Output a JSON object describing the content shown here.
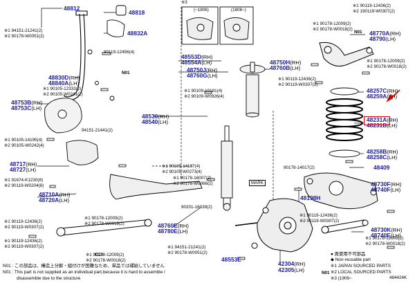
{
  "parts": {
    "p48812": {
      "pn": "48812",
      "sfx": ""
    },
    "p48818": {
      "pn": "48818",
      "sfx": ""
    },
    "p48832A": {
      "pn": "48832A",
      "sfx": ""
    },
    "p48830D": {
      "pn": "48830D",
      "sfx": "(RH)"
    },
    "p48840A": {
      "pn": "48840A",
      "sfx": "(LH)"
    },
    "p48753B": {
      "pn": "48753B",
      "sfx": "(RH)"
    },
    "p48753C": {
      "pn": "48753C",
      "sfx": "(LH)"
    },
    "p48717": {
      "pn": "48717",
      "sfx": "(RH)"
    },
    "p48727": {
      "pn": "48727",
      "sfx": "(LH)"
    },
    "p48710A": {
      "pn": "48710A",
      "sfx": "(RH)"
    },
    "p48720A": {
      "pn": "48720A",
      "sfx": "(LH)"
    },
    "p48553D": {
      "pn": "48553D",
      "sfx": "(RH)"
    },
    "p48554A": {
      "pn": "48554A",
      "sfx": "(LH)"
    },
    "p48750J": {
      "pn": "48750J",
      "sfx": "(RH)"
    },
    "p48760G": {
      "pn": "48760G",
      "sfx": "(LH)"
    },
    "p48750H": {
      "pn": "48750H",
      "sfx": "(RH)"
    },
    "p48760B": {
      "pn": "48760B",
      "sfx": "(LH)"
    },
    "p48530": {
      "pn": "48530",
      "sfx": "(RH)"
    },
    "p48540": {
      "pn": "48540",
      "sfx": "(LH)"
    },
    "p48760E": {
      "pn": "48760E",
      "sfx": "(RH)"
    },
    "p48780E": {
      "pn": "48780E",
      "sfx": "(LH)"
    },
    "p48553E": {
      "pn": "48553E",
      "sfx": ""
    },
    "p42304": {
      "pn": "42304",
      "sfx": "(RH)"
    },
    "p42305": {
      "pn": "42305",
      "sfx": "(LH)"
    },
    "p48770A": {
      "pn": "48770A",
      "sfx": "(RH)"
    },
    "p48790": {
      "pn": "48790",
      "sfx": "(LH)"
    },
    "p48257C": {
      "pn": "48257C",
      "sfx": "(RH)"
    },
    "p48259A": {
      "pn": "48259A",
      "sfx": "(LH)"
    },
    "p48231A": {
      "pn": "48231A",
      "sfx": "(RH)"
    },
    "p48231B": {
      "pn": "48231B",
      "sfx": "(LH)"
    },
    "p48258B": {
      "pn": "48258B",
      "sfx": "(RH)"
    },
    "p48258C": {
      "pn": "48258C",
      "sfx": "(LH)"
    },
    "p48409": {
      "pn": "48409",
      "sfx": ""
    },
    "p48198H": {
      "pn": "48198H",
      "sfx": ""
    },
    "p48730F": {
      "pn": "48730F",
      "sfx": "(RH)"
    },
    "p48740F": {
      "pn": "48740F",
      "sfx": "(LH)"
    },
    "p48730K": {
      "pn": "48730K",
      "sfx": "(RH)"
    },
    "p48740E": {
      "pn": "48740E",
      "sfx": "(LH)"
    }
  },
  "small_labels": {
    "s1": "※1 94151-21241(2)",
    "s2": "※2 90178-W0051(2)",
    "s3": "90119-12456(4)",
    "s4": "※1 90105-12333(2)",
    "s5": "※2 90105-W0241(2)",
    "s6": "94151-21441(2)",
    "s7": "※1 90105-14195(4)",
    "s8": "※2 90105-W0242(4)",
    "s9": "※1 91674-K1230(8)",
    "s10": "※2 90119-W0204(8)",
    "s11": "※1 90119-12436(2)",
    "s12": "※2 90119-W0307(2)",
    "s13": "※1 90119-12436(2)",
    "s14": "※2 90119-W0307(2)",
    "s15": "※1 90178-12009(2)",
    "s16": "※2 90178-W0018(2)",
    "s17": "※1 90109-10181(4)",
    "s18": "※2 90109-W0926(4)",
    "s19": "※1 90105-14197(4)",
    "s20": "※2 90105-W0273(4)",
    "s21": "※1 90178-16007(2)",
    "s22": "※2 90178-W0066(2)",
    "s23": "90201-16039(2)",
    "s24": "※1 90178-12009(2)",
    "s25": "※2 90178-W0018(2)",
    "s26": "※1 94151-21241(2)",
    "s27": "※2 90178-W0051(2)",
    "s28": "※1 90119-12436(2)",
    "s29": "※2 190119-W0307(2)",
    "s30": "※1 90178-12009(2)",
    "s31": "※2 90178-W0018(2)",
    "s32": "※1 90178-12009(2)",
    "s33": "※2 90178-W0018(2)",
    "s34": "※1 90119-12436(2)",
    "s35": "※2 90119-W0307(2)",
    "s36": "90178-14017(2)",
    "s37": "※1 90178-12009(2)",
    "s38": "※2 90178-W0018(2)",
    "s39": "※1 90119-12436(2)",
    "s40": "※2 90119-W0307(2)"
  },
  "annotations": {
    "n01_tag_a": "N01",
    "n01_tag_b": "N01",
    "n01_tag_c": "N01",
    "mark": "MARK",
    "top_ref": "※3",
    "top_ref2": "※3",
    "date_a": "(~1806)",
    "date_b": "(1806~)"
  },
  "legend": {
    "l1": "● 再使用不可部品",
    "l2": "◆ Non-reusable part",
    "l3": "※1 JAPAN SOURCED PARTS",
    "l4": "※2 LOCAL SOURCED PARTS",
    "l5": "※3 (1909~"
  },
  "notes": {
    "n1": "N01 : この部品は、構造上分解・組付けが困難なため、単品では補給していません",
    "n2": "N01 : This part is not supplied as an individual part,because it is hard to assemble /",
    "n3": "disassemble due to the structure"
  },
  "figure_id": "484424K",
  "colors": {
    "part_blue": "#1a1aa8",
    "highlight_red": "#e00000"
  }
}
